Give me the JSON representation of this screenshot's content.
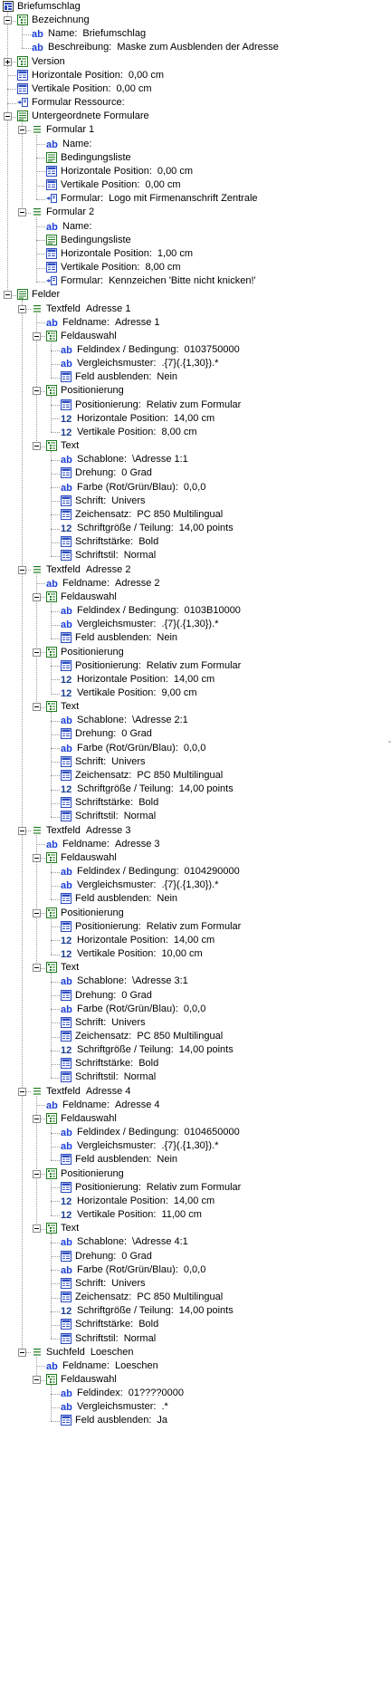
{
  "colors": {
    "ab_icon": "#1b3fd6",
    "num_icon": "#1b3f8f",
    "form_icon": "#1f7a1f",
    "prop_icon": "#2a4bc0",
    "tree_line": "#9a9a9a"
  },
  "rows": [
    {
      "d": 0,
      "icon": "root-icon",
      "name": "Briefumschlag"
    },
    {
      "d": 1,
      "icon": "section-icon",
      "name": "Bezeichnung"
    },
    {
      "d": 2,
      "icon": "ab-icon",
      "name": "Name:",
      "value": "Briefumschlag"
    },
    {
      "d": 2,
      "icon": "ab-icon",
      "name": "Beschreibung:",
      "value": "Maske zum Ausblenden der Adresse"
    },
    {
      "d": 1,
      "icon": "section-icon",
      "name": "Version",
      "collapsed": true
    },
    {
      "d": 1,
      "icon": "prop-icon",
      "name": "Horizontale Position:",
      "value": "0,00 cm"
    },
    {
      "d": 1,
      "icon": "prop-icon",
      "name": "Vertikale Position:",
      "value": "0,00 cm"
    },
    {
      "d": 1,
      "icon": "link-icon",
      "name": "Formular Ressource:"
    },
    {
      "d": 1,
      "icon": "list-icon",
      "name": "Untergeordnete Formulare"
    },
    {
      "d": 2,
      "icon": "item-icon",
      "name": "Formular 1"
    },
    {
      "d": 3,
      "icon": "ab-icon",
      "name": "Name:"
    },
    {
      "d": 3,
      "icon": "list-icon",
      "name": "Bedingungsliste"
    },
    {
      "d": 3,
      "icon": "prop-icon",
      "name": "Horizontale Position:",
      "value": "0,00 cm"
    },
    {
      "d": 3,
      "icon": "prop-icon",
      "name": "Vertikale Position:",
      "value": "0,00 cm"
    },
    {
      "d": 3,
      "icon": "link-icon",
      "name": "Formular:",
      "value": "Logo mit Firmenanschrift Zentrale"
    },
    {
      "d": 2,
      "icon": "item-icon",
      "name": "Formular 2"
    },
    {
      "d": 3,
      "icon": "ab-icon",
      "name": "Name:"
    },
    {
      "d": 3,
      "icon": "list-icon",
      "name": "Bedingungsliste"
    },
    {
      "d": 3,
      "icon": "prop-icon",
      "name": "Horizontale Position:",
      "value": "1,00 cm"
    },
    {
      "d": 3,
      "icon": "prop-icon",
      "name": "Vertikale Position:",
      "value": "8,00 cm"
    },
    {
      "d": 3,
      "icon": "link-icon",
      "name": "Formular:",
      "value": "Kennzeichen 'Bitte nicht knicken!'"
    },
    {
      "d": 1,
      "icon": "list-icon",
      "name": "Felder"
    },
    {
      "d": 2,
      "icon": "item-icon",
      "name": "Textfeld",
      "value": "Adresse 1"
    },
    {
      "d": 3,
      "icon": "ab-icon",
      "name": "Feldname:",
      "value": "Adresse 1"
    },
    {
      "d": 3,
      "icon": "section-icon",
      "name": "Feldauswahl"
    },
    {
      "d": 4,
      "icon": "ab-icon",
      "name": "Feldindex / Bedingung:",
      "value": "0103750000"
    },
    {
      "d": 4,
      "icon": "ab-icon",
      "name": "Vergleichsmuster:",
      "value": ".{7}(.{1,30}).*"
    },
    {
      "d": 4,
      "icon": "prop-icon",
      "name": "Feld ausblenden:",
      "value": "Nein"
    },
    {
      "d": 3,
      "icon": "section-icon",
      "name": "Positionierung"
    },
    {
      "d": 4,
      "icon": "prop-icon",
      "name": "Positionierung:",
      "value": "Relativ zum Formular"
    },
    {
      "d": 4,
      "icon": "num-icon",
      "name": "Horizontale Position:",
      "value": "14,00 cm"
    },
    {
      "d": 4,
      "icon": "num-icon",
      "name": "Vertikale Position:",
      "value": "8,00 cm"
    },
    {
      "d": 3,
      "icon": "section-icon",
      "name": "Text"
    },
    {
      "d": 4,
      "icon": "ab-icon",
      "name": "Schablone:",
      "value": "\\Adresse 1:1"
    },
    {
      "d": 4,
      "icon": "prop-icon",
      "name": "Drehung:",
      "value": "0 Grad"
    },
    {
      "d": 4,
      "icon": "ab-icon",
      "name": "Farbe (Rot/Grün/Blau):",
      "value": "0,0,0"
    },
    {
      "d": 4,
      "icon": "prop-icon",
      "name": "Schrift:",
      "value": "Univers"
    },
    {
      "d": 4,
      "icon": "prop-icon",
      "name": "Zeichensatz:",
      "value": "PC 850 Multilingual"
    },
    {
      "d": 4,
      "icon": "num-icon",
      "name": "Schriftgröße / Teilung:",
      "value": "14,00 points"
    },
    {
      "d": 4,
      "icon": "prop-icon",
      "name": "Schriftstärke:",
      "value": "Bold"
    },
    {
      "d": 4,
      "icon": "prop-icon",
      "name": "Schriftstil:",
      "value": "Normal"
    },
    {
      "d": 2,
      "icon": "item-icon",
      "name": "Textfeld",
      "value": "Adresse 2"
    },
    {
      "d": 3,
      "icon": "ab-icon",
      "name": "Feldname:",
      "value": "Adresse 2"
    },
    {
      "d": 3,
      "icon": "section-icon",
      "name": "Feldauswahl"
    },
    {
      "d": 4,
      "icon": "ab-icon",
      "name": "Feldindex / Bedingung:",
      "value": "0103B10000"
    },
    {
      "d": 4,
      "icon": "ab-icon",
      "name": "Vergleichsmuster:",
      "value": ".{7}(.{1,30}).*"
    },
    {
      "d": 4,
      "icon": "prop-icon",
      "name": "Feld ausblenden:",
      "value": "Nein"
    },
    {
      "d": 3,
      "icon": "section-icon",
      "name": "Positionierung"
    },
    {
      "d": 4,
      "icon": "prop-icon",
      "name": "Positionierung:",
      "value": "Relativ zum Formular"
    },
    {
      "d": 4,
      "icon": "num-icon",
      "name": "Horizontale Position:",
      "value": "14,00 cm"
    },
    {
      "d": 4,
      "icon": "num-icon",
      "name": "Vertikale Position:",
      "value": "9,00 cm"
    },
    {
      "d": 3,
      "icon": "section-icon",
      "name": "Text"
    },
    {
      "d": 4,
      "icon": "ab-icon",
      "name": "Schablone:",
      "value": "\\Adresse 2:1"
    },
    {
      "d": 4,
      "icon": "prop-icon",
      "name": "Drehung:",
      "value": "0 Grad"
    },
    {
      "d": 4,
      "icon": "ab-icon",
      "name": "Farbe (Rot/Grün/Blau):",
      "value": "0,0,0"
    },
    {
      "d": 4,
      "icon": "prop-icon",
      "name": "Schrift:",
      "value": "Univers"
    },
    {
      "d": 4,
      "icon": "prop-icon",
      "name": "Zeichensatz:",
      "value": "PC 850 Multilingual"
    },
    {
      "d": 4,
      "icon": "num-icon",
      "name": "Schriftgröße / Teilung:",
      "value": "14,00 points"
    },
    {
      "d": 4,
      "icon": "prop-icon",
      "name": "Schriftstärke:",
      "value": "Bold"
    },
    {
      "d": 4,
      "icon": "prop-icon",
      "name": "Schriftstil:",
      "value": "Normal"
    },
    {
      "d": 2,
      "icon": "item-icon",
      "name": "Textfeld",
      "value": "Adresse 3"
    },
    {
      "d": 3,
      "icon": "ab-icon",
      "name": "Feldname:",
      "value": "Adresse 3"
    },
    {
      "d": 3,
      "icon": "section-icon",
      "name": "Feldauswahl"
    },
    {
      "d": 4,
      "icon": "ab-icon",
      "name": "Feldindex / Bedingung:",
      "value": "0104290000"
    },
    {
      "d": 4,
      "icon": "ab-icon",
      "name": "Vergleichsmuster:",
      "value": ".{7}(.{1,30}).*"
    },
    {
      "d": 4,
      "icon": "prop-icon",
      "name": "Feld ausblenden:",
      "value": "Nein"
    },
    {
      "d": 3,
      "icon": "section-icon",
      "name": "Positionierung"
    },
    {
      "d": 4,
      "icon": "prop-icon",
      "name": "Positionierung:",
      "value": "Relativ zum Formular"
    },
    {
      "d": 4,
      "icon": "num-icon",
      "name": "Horizontale Position:",
      "value": "14,00 cm"
    },
    {
      "d": 4,
      "icon": "num-icon",
      "name": "Vertikale Position:",
      "value": "10,00 cm"
    },
    {
      "d": 3,
      "icon": "section-icon",
      "name": "Text"
    },
    {
      "d": 4,
      "icon": "ab-icon",
      "name": "Schablone:",
      "value": "\\Adresse 3:1"
    },
    {
      "d": 4,
      "icon": "prop-icon",
      "name": "Drehung:",
      "value": "0 Grad"
    },
    {
      "d": 4,
      "icon": "ab-icon",
      "name": "Farbe (Rot/Grün/Blau):",
      "value": "0,0,0"
    },
    {
      "d": 4,
      "icon": "prop-icon",
      "name": "Schrift:",
      "value": "Univers"
    },
    {
      "d": 4,
      "icon": "prop-icon",
      "name": "Zeichensatz:",
      "value": "PC 850 Multilingual"
    },
    {
      "d": 4,
      "icon": "num-icon",
      "name": "Schriftgröße / Teilung:",
      "value": "14,00 points"
    },
    {
      "d": 4,
      "icon": "prop-icon",
      "name": "Schriftstärke:",
      "value": "Bold"
    },
    {
      "d": 4,
      "icon": "prop-icon",
      "name": "Schriftstil:",
      "value": "Normal"
    },
    {
      "d": 2,
      "icon": "item-icon",
      "name": "Textfeld",
      "value": "Adresse 4"
    },
    {
      "d": 3,
      "icon": "ab-icon",
      "name": "Feldname:",
      "value": "Adresse 4"
    },
    {
      "d": 3,
      "icon": "section-icon",
      "name": "Feldauswahl"
    },
    {
      "d": 4,
      "icon": "ab-icon",
      "name": "Feldindex / Bedingung:",
      "value": "0104650000"
    },
    {
      "d": 4,
      "icon": "ab-icon",
      "name": "Vergleichsmuster:",
      "value": ".{7}(.{1,30}).*"
    },
    {
      "d": 4,
      "icon": "prop-icon",
      "name": "Feld ausblenden:",
      "value": "Nein"
    },
    {
      "d": 3,
      "icon": "section-icon",
      "name": "Positionierung"
    },
    {
      "d": 4,
      "icon": "prop-icon",
      "name": "Positionierung:",
      "value": "Relativ zum Formular"
    },
    {
      "d": 4,
      "icon": "num-icon",
      "name": "Horizontale Position:",
      "value": "14,00 cm"
    },
    {
      "d": 4,
      "icon": "num-icon",
      "name": "Vertikale Position:",
      "value": "11,00 cm"
    },
    {
      "d": 3,
      "icon": "section-icon",
      "name": "Text"
    },
    {
      "d": 4,
      "icon": "ab-icon",
      "name": "Schablone:",
      "value": "\\Adresse 4:1"
    },
    {
      "d": 4,
      "icon": "prop-icon",
      "name": "Drehung:",
      "value": "0 Grad"
    },
    {
      "d": 4,
      "icon": "ab-icon",
      "name": "Farbe (Rot/Grün/Blau):",
      "value": "0,0,0"
    },
    {
      "d": 4,
      "icon": "prop-icon",
      "name": "Schrift:",
      "value": "Univers"
    },
    {
      "d": 4,
      "icon": "prop-icon",
      "name": "Zeichensatz:",
      "value": "PC 850 Multilingual"
    },
    {
      "d": 4,
      "icon": "num-icon",
      "name": "Schriftgröße / Teilung:",
      "value": "14,00 points"
    },
    {
      "d": 4,
      "icon": "prop-icon",
      "name": "Schriftstärke:",
      "value": "Bold"
    },
    {
      "d": 4,
      "icon": "prop-icon",
      "name": "Schriftstil:",
      "value": "Normal"
    },
    {
      "d": 2,
      "icon": "item-icon",
      "name": "Suchfeld",
      "value": "Loeschen"
    },
    {
      "d": 3,
      "icon": "ab-icon",
      "name": "Feldname:",
      "value": "Loeschen"
    },
    {
      "d": 3,
      "icon": "section-icon",
      "name": "Feldauswahl"
    },
    {
      "d": 4,
      "icon": "ab-icon",
      "name": "Feldindex:",
      "value": "01????0000"
    },
    {
      "d": 4,
      "icon": "ab-icon",
      "name": "Vergleichsmuster:",
      "value": ".*"
    },
    {
      "d": 4,
      "icon": "prop-icon",
      "name": "Feld ausblenden:",
      "value": "Ja"
    }
  ]
}
